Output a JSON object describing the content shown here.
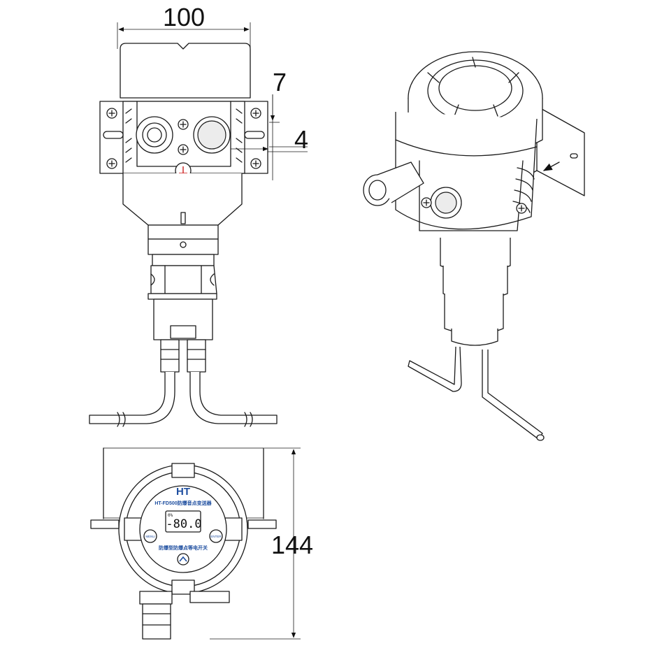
{
  "dimensions": {
    "width_top": "100",
    "height_right": "144",
    "flange_top": "7",
    "flange_right": "4"
  },
  "faceplate": {
    "logo": "HT",
    "model": "HT-FD500防爆音点变送器",
    "display": "-80.0",
    "display_small": "0%",
    "button_left": "MENU",
    "button_right": "ENTER",
    "caption": "防爆型防爆点等电开关"
  }
}
